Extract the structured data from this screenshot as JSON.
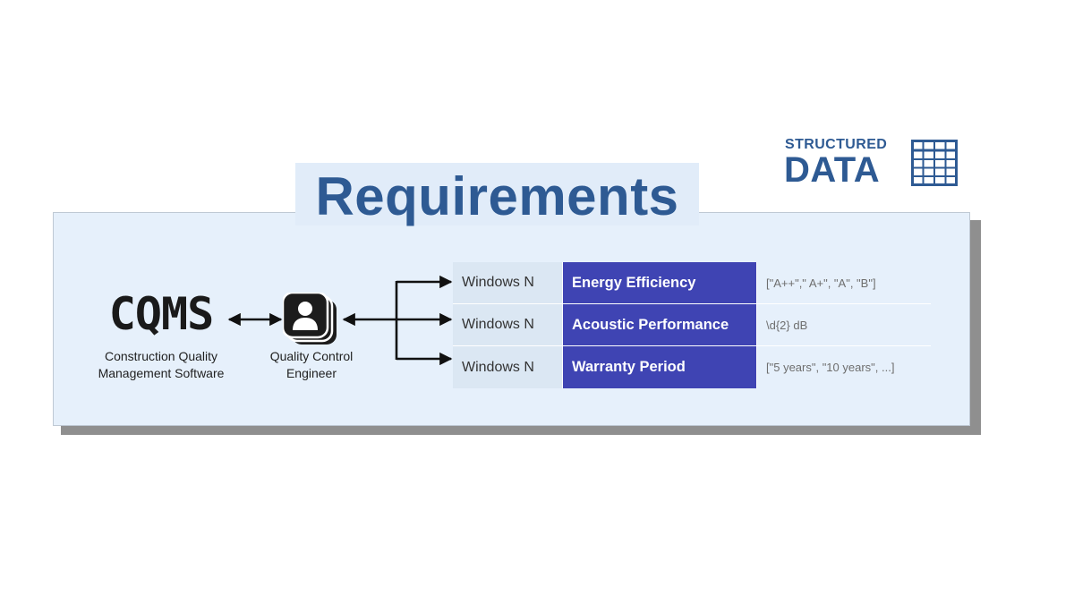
{
  "title": "Requirements",
  "brand": {
    "line1": "STRUCTURED",
    "line2": "DATA",
    "icon": "table-grid-icon"
  },
  "source_node": {
    "label": "CQMS",
    "caption_line1": "Construction Quality",
    "caption_line2": "Management Software"
  },
  "actor_node": {
    "icon": "user-group-icon",
    "caption_line1": "Quality Control",
    "caption_line2": "Engineer"
  },
  "requirements": [
    {
      "item": "Windows N",
      "attribute": "Energy Efficiency",
      "format": "[\"A++\",\" A+\", \"A\", \"B\"]"
    },
    {
      "item": "Windows N",
      "attribute": "Acoustic Performance",
      "format": "\\d{2} dB"
    },
    {
      "item": "Windows N",
      "attribute": "Warranty Period",
      "format": "[\"5 years\", \"10 years\", ...]"
    }
  ],
  "colors": {
    "title": "#2e5a93",
    "panel": "#e6f0fb",
    "attribute_fill": "#3f44b3",
    "item_fill": "#dbe7f3"
  }
}
